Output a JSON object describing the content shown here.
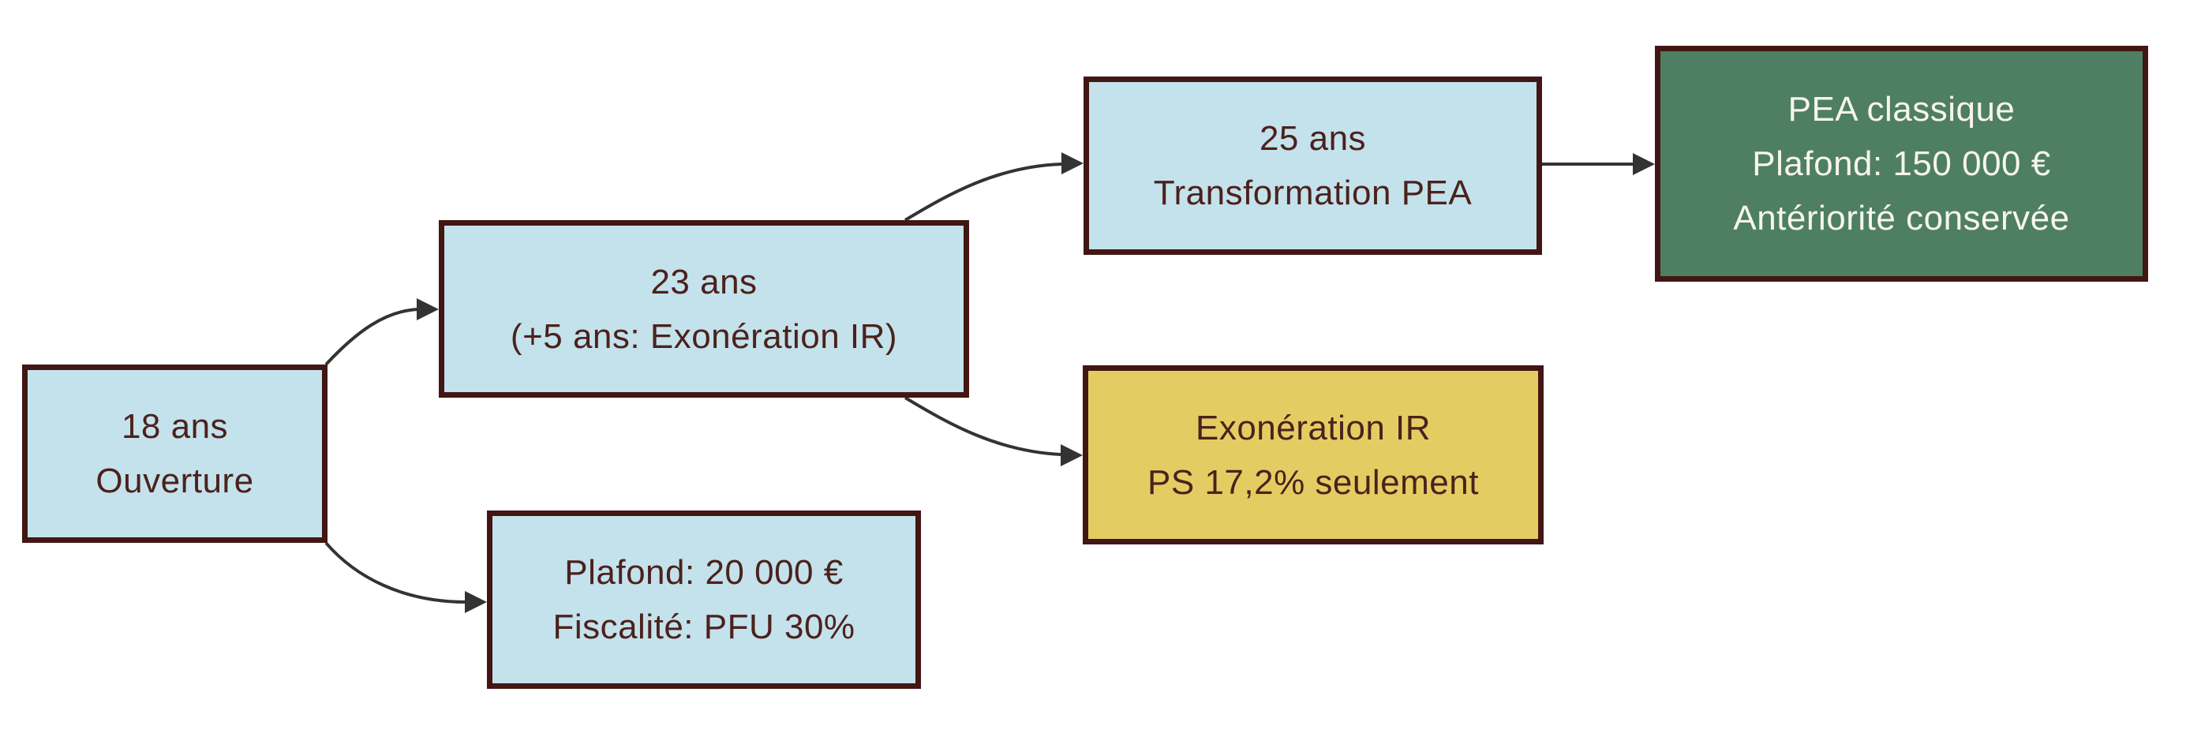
{
  "diagram": {
    "title": "PEA Jeune timeline flowchart",
    "colors": {
      "background": "#ffffff",
      "node_blue": "#c3e2ec",
      "node_yellow": "#e3cd62",
      "node_green": "#4e7f62",
      "border": "#421613",
      "text_dark": "#4c211c",
      "text_light": "#f7f5ec",
      "arrow": "#333333"
    },
    "nodes": [
      {
        "id": "open-18",
        "variant": "blue",
        "lines": [
          "18 ans",
          "Ouverture"
        ]
      },
      {
        "id": "age-23",
        "variant": "blue",
        "lines": [
          "23 ans",
          "(+5 ans: Exonération IR)"
        ]
      },
      {
        "id": "age-25",
        "variant": "blue",
        "lines": [
          "25 ans",
          "Transformation PEA"
        ]
      },
      {
        "id": "pea-classique",
        "variant": "green",
        "lines": [
          "PEA classique",
          "Plafond: 150 000 €",
          "Antériorité conservée"
        ]
      },
      {
        "id": "exoneration",
        "variant": "yellow",
        "lines": [
          "Exonération IR",
          "PS 17,2% seulement"
        ]
      },
      {
        "id": "plafond-pfu",
        "variant": "blue",
        "lines": [
          "Plafond: 20 000 €",
          "Fiscalité: PFU 30%"
        ]
      }
    ],
    "edges": [
      {
        "from": "open-18",
        "to": "age-23"
      },
      {
        "from": "open-18",
        "to": "plafond-pfu"
      },
      {
        "from": "age-23",
        "to": "age-25"
      },
      {
        "from": "age-23",
        "to": "exoneration"
      },
      {
        "from": "age-25",
        "to": "pea-classique"
      }
    ]
  }
}
